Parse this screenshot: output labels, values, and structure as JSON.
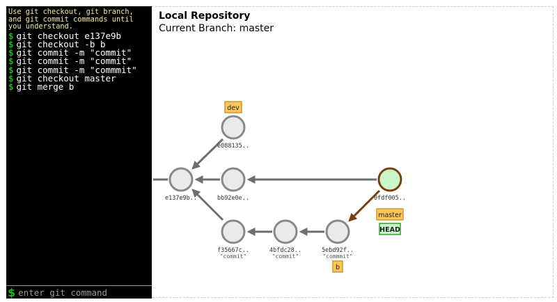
{
  "terminal": {
    "instructions": "Use git checkout, git branch, and git commit commands until you understand.",
    "prompt_symbol": "$",
    "history": [
      "git checkout e137e9b",
      "git checkout -b b",
      "git commit -m \"commit\"",
      "git commit -m \"commit\"",
      "git commit -m \"commmit\"",
      "git checkout master",
      "git merge b"
    ],
    "input": {
      "value": "",
      "placeholder": "enter git command"
    }
  },
  "repo": {
    "title": "Local Repository",
    "current_branch_label": "Current Branch:",
    "current_branch": "master"
  },
  "graph": {
    "commits": [
      {
        "id": "e137e9b",
        "sha_label": "e137e9b..",
        "message": "",
        "highlight": false
      },
      {
        "id": "e088135",
        "sha_label": "e088135..",
        "message": "",
        "highlight": false
      },
      {
        "id": "bb92e0e",
        "sha_label": "bb92e0e..",
        "message": "",
        "highlight": false
      },
      {
        "id": "f35667c",
        "sha_label": "f35667c..",
        "message": "\"commit\"",
        "highlight": false
      },
      {
        "id": "4bfdc28",
        "sha_label": "4bfdc28..",
        "message": "\"commit\"",
        "highlight": false
      },
      {
        "id": "5ebd92f",
        "sha_label": "5ebd92f..",
        "message": "\"commmit\"",
        "highlight": false
      },
      {
        "id": "0fdf005",
        "sha_label": "0fdf005..",
        "message": "",
        "highlight": true
      }
    ],
    "branches": [
      {
        "name": "dev",
        "commit": "e088135"
      },
      {
        "name": "master",
        "commit": "0fdf005"
      },
      {
        "name": "b",
        "commit": "5ebd92f"
      }
    ],
    "head_label": "HEAD",
    "colors": {
      "commit_fill": "#eaeaea",
      "commit_stroke": "#888888",
      "head_commit_fill": "#c9f7c9",
      "head_commit_stroke": "#7a3e10",
      "arrow": "#6e6e6e",
      "merge_arrow": "#7a3e10",
      "branch_tag_fill": "#fbc65a",
      "branch_tag_stroke": "#d4972a",
      "head_tag_fill": "#c9f7c9",
      "head_tag_stroke": "#3a9c3a",
      "prompt": "#1fb51f",
      "instructions_text": "#f3eb9c"
    }
  }
}
